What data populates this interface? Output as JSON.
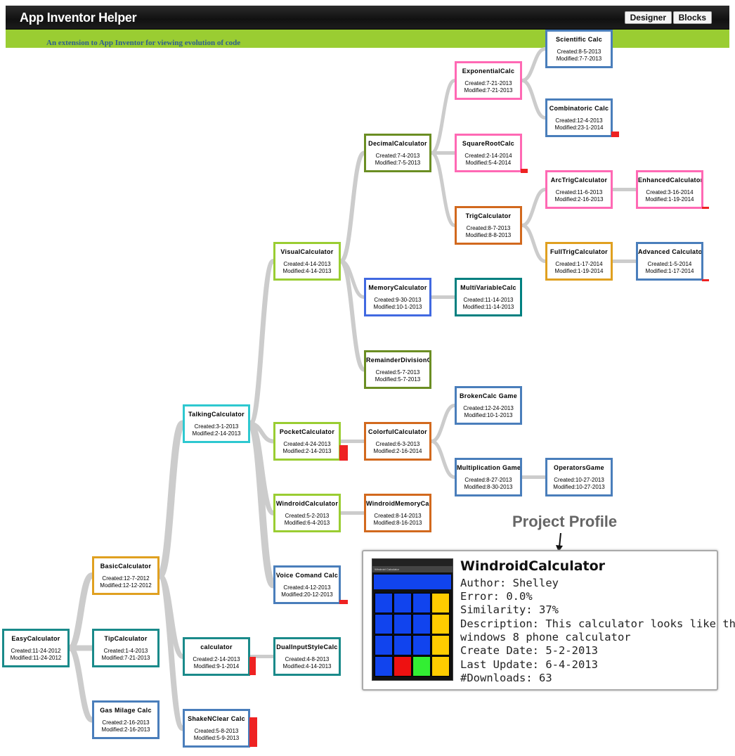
{
  "header": {
    "app_title": "App Inventor Helper",
    "subtitle": "An extension to App Inventor for viewing evolution of code",
    "buttons": {
      "designer": "Designer",
      "blocks": "Blocks"
    }
  },
  "colors": {
    "header_bg": "#1a1a1a",
    "subtitle_bar": "#9acd32",
    "edge": "#cccccc",
    "error_marker": "#ee2222",
    "node_colors": [
      "#1a8a8a",
      "#e0a020",
      "#2ec8d0",
      "#9acd32",
      "#6b8e23",
      "#d2691e",
      "#ff69b4",
      "#4a7ebb",
      "#4169e1",
      "#008080"
    ]
  },
  "tree": {
    "nodes": [
      {
        "id": "easy",
        "name": "EasyCalculator",
        "created": "Created:11-24-2012",
        "modified": "Modified:11-24-2012",
        "color": "#1a8a8a"
      },
      {
        "id": "basic",
        "name": "BasicCalculator",
        "created": "Created:12-7-2012",
        "modified": "Modified:12-12-2012",
        "color": "#e0a020"
      },
      {
        "id": "tip",
        "name": "TipCalculator",
        "created": "Created:1-4-2013",
        "modified": "Modified:7-21-2013",
        "color": "#1a8a8a"
      },
      {
        "id": "gas",
        "name": "Gas Milage Calc",
        "created": "Created:2-16-2013",
        "modified": "Modified:2-16-2013",
        "color": "#4a7ebb"
      },
      {
        "id": "talking",
        "name": "TalkingCalculator",
        "created": "Created:3-1-2013",
        "modified": "Modified:2-14-2013",
        "color": "#2ec8d0"
      },
      {
        "id": "calc",
        "name": "calculator",
        "created": "Created:2-14-2013",
        "modified": "Modified:9-1-2014",
        "color": "#1a8a8a"
      },
      {
        "id": "shake",
        "name": "ShakeNClear Calc",
        "created": "Created:5-8-2013",
        "modified": "Modified:5-9-2013",
        "color": "#4a7ebb"
      },
      {
        "id": "dual",
        "name": "DualInputStyleCalc",
        "created": "Created:4-8-2013",
        "modified": "Modified:4-14-2013",
        "color": "#1a8a8a"
      },
      {
        "id": "visual",
        "name": "VisualCalculator",
        "created": "Created:4-14-2013",
        "modified": "Modified:4-14-2013",
        "color": "#9acd32"
      },
      {
        "id": "pocket",
        "name": "PocketCalculator",
        "created": "Created:4-24-2013",
        "modified": "Modified:2-14-2013",
        "color": "#9acd32"
      },
      {
        "id": "windroid",
        "name": "WindroidCalculator",
        "created": "Created:5-2-2013",
        "modified": "Modified:6-4-2013",
        "color": "#9acd32"
      },
      {
        "id": "voice",
        "name": "Voice Comand Calc",
        "created": "Created:4-12-2013",
        "modified": "Modified:20-12-2013",
        "color": "#4a7ebb"
      },
      {
        "id": "decimal",
        "name": "DecimalCalculator",
        "created": "Created:7-4-2013",
        "modified": "Modified:7-5-2013",
        "color": "#6b8e23"
      },
      {
        "id": "memory",
        "name": "MemoryCalculator",
        "created": "Created:9-30-2013",
        "modified": "Modified:10-1-2013",
        "color": "#4169e1"
      },
      {
        "id": "remainder",
        "name": "RemainderDivisionCalc",
        "created": "Created:5-7-2013",
        "modified": "Modified:5-7-2013",
        "color": "#6b8e23"
      },
      {
        "id": "colorful",
        "name": "ColorfulCalculator",
        "created": "Created:6-3-2013",
        "modified": "Modified:2-16-2014",
        "color": "#d2691e"
      },
      {
        "id": "windmem",
        "name": "WindroidMemoryCalc",
        "created": "Created:8-14-2013",
        "modified": "Modified:8-16-2013",
        "color": "#d2691e"
      },
      {
        "id": "exponential",
        "name": "ExponentialCalc",
        "created": "Created:7-21-2013",
        "modified": "Modified:7-21-2013",
        "color": "#ff69b4"
      },
      {
        "id": "sqrt",
        "name": "SquareRootCalc",
        "created": "Created:2-14-2014",
        "modified": "Modified:5-4-2014",
        "color": "#ff69b4"
      },
      {
        "id": "trig",
        "name": "TrigCalculator",
        "created": "Created:8-7-2013",
        "modified": "Modified:8-8-2013",
        "color": "#d2691e"
      },
      {
        "id": "multivar",
        "name": "MultiVariableCalc",
        "created": "Created:11-14-2013",
        "modified": "Modified:11-14-2013",
        "color": "#008080"
      },
      {
        "id": "broken",
        "name": "BrokenCalc Game",
        "created": "Created:12-24-2013",
        "modified": "Modified:10-1-2013",
        "color": "#4a7ebb"
      },
      {
        "id": "multgame",
        "name": "Multiplication Game",
        "created": "Created:8-27-2013",
        "modified": "Modified:8-30-2013",
        "color": "#4a7ebb"
      },
      {
        "id": "operators",
        "name": "OperatorsGame",
        "created": "Created:10-27-2013",
        "modified": "Modified:10-27-2013",
        "color": "#4a7ebb"
      },
      {
        "id": "scientific",
        "name": "Scientific Calc",
        "created": "Created:8-5-2013",
        "modified": "Modified:7-7-2013",
        "color": "#4a7ebb"
      },
      {
        "id": "combinatoric",
        "name": "Combinatoric Calc",
        "created": "Created:12-4-2013",
        "modified": "Modified:23-1-2014",
        "color": "#4a7ebb"
      },
      {
        "id": "arctrig",
        "name": "ArcTrigCalculator",
        "created": "Created:11-6-2013",
        "modified": "Modified:2-16-2013",
        "color": "#ff69b4"
      },
      {
        "id": "fulltrig",
        "name": "FullTrigCalculator",
        "created": "Created:1-17-2014",
        "modified": "Modified:1-19-2014",
        "color": "#e0a020"
      },
      {
        "id": "enhanced",
        "name": "EnhancedCalculator",
        "created": "Created:3-16-2014",
        "modified": "Modified:1-19-2014",
        "color": "#ff69b4"
      },
      {
        "id": "advanced",
        "name": "Advanced Calculator",
        "created": "Created:1-5-2014",
        "modified": "Modified:1-17-2014",
        "color": "#4a7ebb"
      }
    ],
    "edges": [
      [
        "easy",
        "basic"
      ],
      [
        "easy",
        "tip"
      ],
      [
        "easy",
        "gas"
      ],
      [
        "basic",
        "talking"
      ],
      [
        "basic",
        "calc"
      ],
      [
        "basic",
        "shake"
      ],
      [
        "calc",
        "dual"
      ],
      [
        "talking",
        "visual"
      ],
      [
        "talking",
        "pocket"
      ],
      [
        "talking",
        "windroid"
      ],
      [
        "talking",
        "voice"
      ],
      [
        "visual",
        "decimal"
      ],
      [
        "visual",
        "memory"
      ],
      [
        "visual",
        "remainder"
      ],
      [
        "pocket",
        "colorful"
      ],
      [
        "windroid",
        "windmem"
      ],
      [
        "decimal",
        "exponential"
      ],
      [
        "decimal",
        "sqrt"
      ],
      [
        "decimal",
        "trig"
      ],
      [
        "memory",
        "multivar"
      ],
      [
        "colorful",
        "broken"
      ],
      [
        "colorful",
        "multgame"
      ],
      [
        "multgame",
        "operators"
      ],
      [
        "exponential",
        "scientific"
      ],
      [
        "exponential",
        "combinatoric"
      ],
      [
        "trig",
        "arctrig"
      ],
      [
        "trig",
        "fulltrig"
      ],
      [
        "arctrig",
        "enhanced"
      ],
      [
        "fulltrig",
        "advanced"
      ]
    ]
  },
  "profile": {
    "heading": "Project Profile",
    "name": "WindroidCalculator",
    "author": "Author: Shelley",
    "error": "Error: 0.0%",
    "similarity": "Similarity: 37%",
    "description_line1": "Description: This calculator looks like the",
    "description_line2": "windows 8 phone calculator",
    "create_date": "Create Date: 5-2-2013",
    "last_update": "Last Update: 6-4-2013",
    "downloads": "#Downloads: 63",
    "screenshot_title": "Windroid Calculator",
    "screenshot_keys": [
      "#1144ee",
      "#1144ee",
      "#1144ee",
      "#ffcc00",
      "#1144ee",
      "#1144ee",
      "#1144ee",
      "#ffcc00",
      "#1144ee",
      "#1144ee",
      "#1144ee",
      "#ffcc00",
      "#1144ee",
      "#ee1111",
      "#33ee33",
      "#ffcc00"
    ]
  }
}
